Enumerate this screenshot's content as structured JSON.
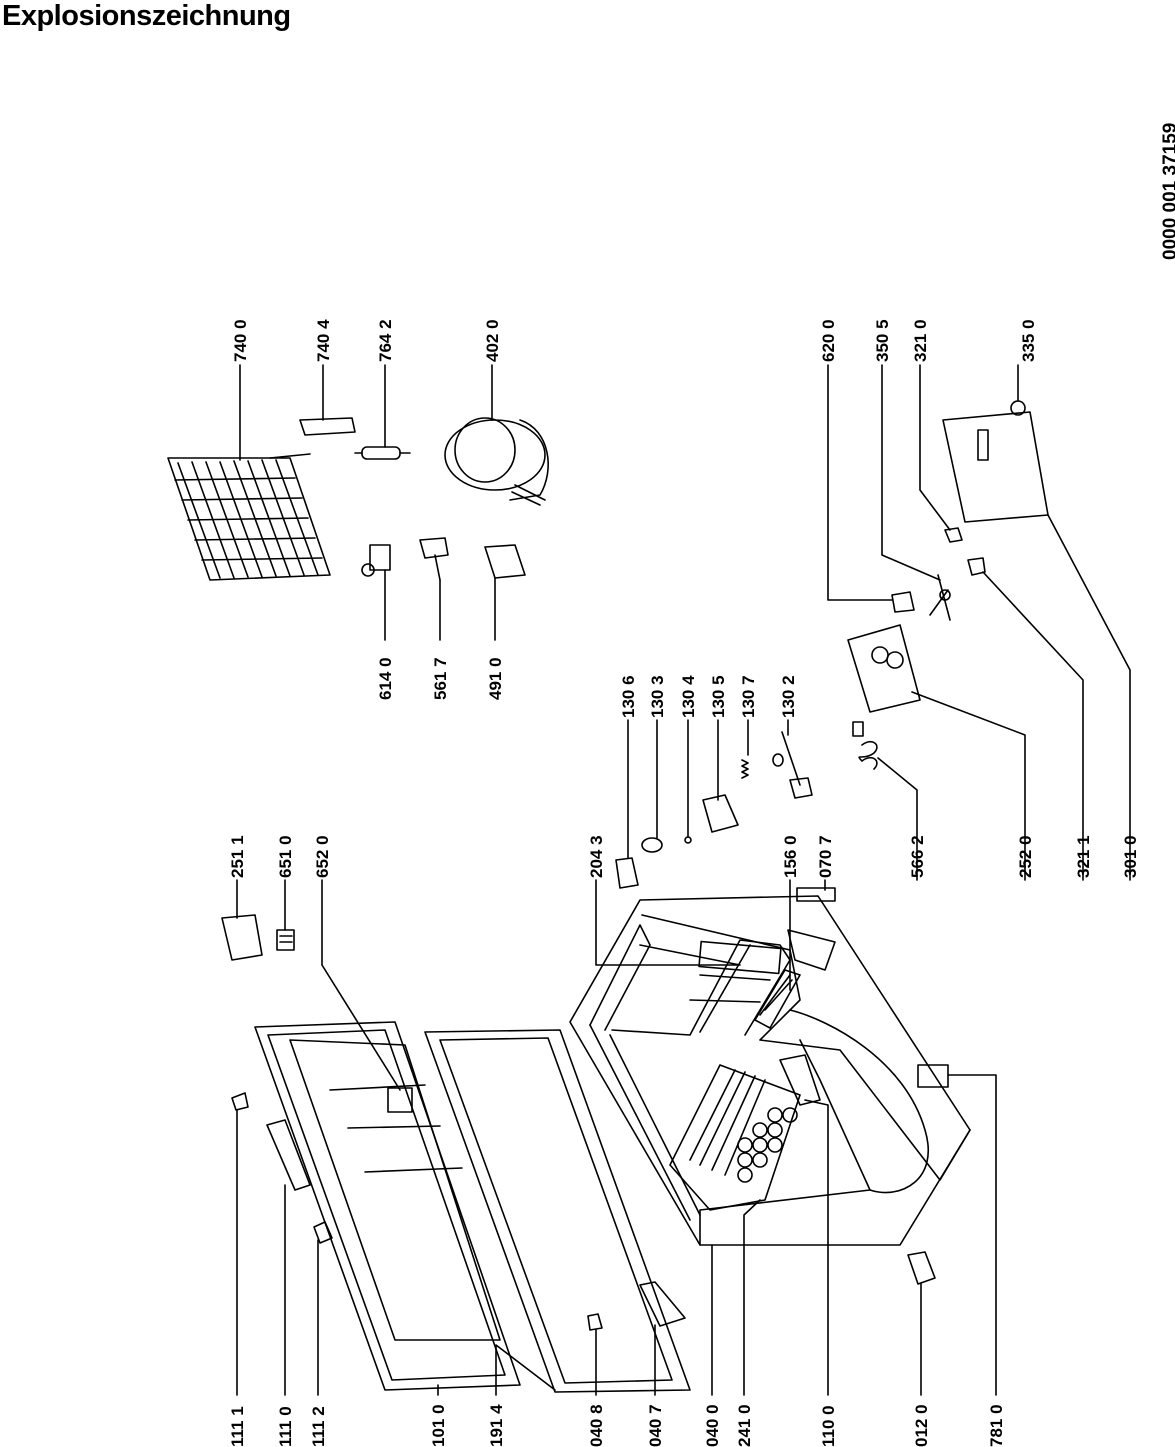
{
  "title": "Explosionszeichnung",
  "document_number": "0000 001 37159",
  "parts": [
    {
      "id": "part-1111",
      "label": "111 1"
    },
    {
      "id": "part-1110",
      "label": "111 0"
    },
    {
      "id": "part-1112",
      "label": "111 2"
    },
    {
      "id": "part-1010",
      "label": "101 0"
    },
    {
      "id": "part-1914",
      "label": "191 4"
    },
    {
      "id": "part-0408",
      "label": "040 8"
    },
    {
      "id": "part-0407",
      "label": "040 7"
    },
    {
      "id": "part-0400",
      "label": "040 0"
    },
    {
      "id": "part-2410",
      "label": "241 0"
    },
    {
      "id": "part-1100",
      "label": "110 0"
    },
    {
      "id": "part-0120",
      "label": "012 0"
    },
    {
      "id": "part-7810",
      "label": "781 0"
    },
    {
      "id": "part-2511",
      "label": "251 1"
    },
    {
      "id": "part-6510",
      "label": "651 0"
    },
    {
      "id": "part-6520",
      "label": "652 0"
    },
    {
      "id": "part-2043",
      "label": "204 3"
    },
    {
      "id": "part-1306",
      "label": "130 6"
    },
    {
      "id": "part-1303",
      "label": "130 3"
    },
    {
      "id": "part-1304",
      "label": "130 4"
    },
    {
      "id": "part-1305",
      "label": "130 5"
    },
    {
      "id": "part-1307",
      "label": "130 7"
    },
    {
      "id": "part-1302",
      "label": "130 2"
    },
    {
      "id": "part-1560",
      "label": "156 0"
    },
    {
      "id": "part-0707",
      "label": "070 7"
    },
    {
      "id": "part-5662",
      "label": "566 2"
    },
    {
      "id": "part-2520",
      "label": "252 0"
    },
    {
      "id": "part-3211",
      "label": "321 1"
    },
    {
      "id": "part-3010",
      "label": "301 0"
    },
    {
      "id": "part-7400",
      "label": "740 0"
    },
    {
      "id": "part-7404",
      "label": "740 4"
    },
    {
      "id": "part-7642",
      "label": "764 2"
    },
    {
      "id": "part-4020",
      "label": "402 0"
    },
    {
      "id": "part-6140",
      "label": "614 0"
    },
    {
      "id": "part-5617",
      "label": "561 7"
    },
    {
      "id": "part-4910",
      "label": "491 0"
    },
    {
      "id": "part-6200",
      "label": "620 0"
    },
    {
      "id": "part-3505",
      "label": "350 5"
    },
    {
      "id": "part-3210",
      "label": "321 0"
    },
    {
      "id": "part-3350",
      "label": "335 0"
    }
  ]
}
